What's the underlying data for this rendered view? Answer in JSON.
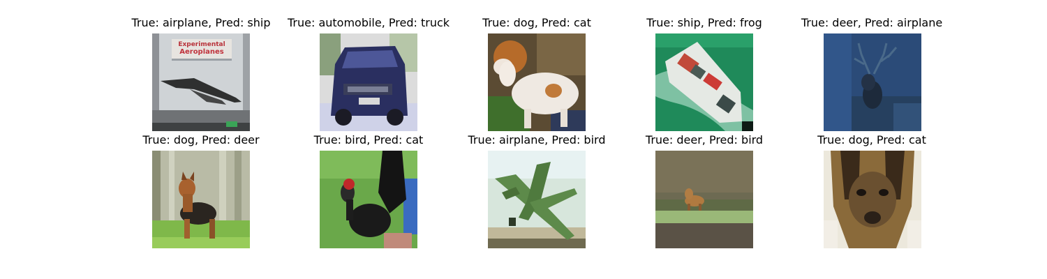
{
  "figure": {
    "panels": [
      {
        "title": "True: airplane, Pred: ship",
        "subject": "concorde-airplane-on-magazine-cover",
        "cover_text": [
          "Experimental",
          "Aeroplanes"
        ]
      },
      {
        "title": "True: automobile, Pred: truck",
        "subject": "dark-blue-suv"
      },
      {
        "title": "True: dog, Pred: cat",
        "subject": "white-and-tan-dog"
      },
      {
        "title": "True: ship, Pred: frog",
        "subject": "boat-on-green-water"
      },
      {
        "title": "True: deer, Pred: airplane",
        "subject": "deer-with-antlers-blue-background"
      },
      {
        "title": "True: dog, Pred: deer",
        "subject": "terrier-on-grass"
      },
      {
        "title": "True: bird, Pred: cat",
        "subject": "black-rooster-on-grass"
      },
      {
        "title": "True: airplane, Pred: bird",
        "subject": "green-propeller-plane"
      },
      {
        "title": "True: deer, Pred: bird",
        "subject": "small-deer-in-field"
      },
      {
        "title": "True: dog, Pred: cat",
        "subject": "long-haired-dog-face"
      }
    ]
  }
}
